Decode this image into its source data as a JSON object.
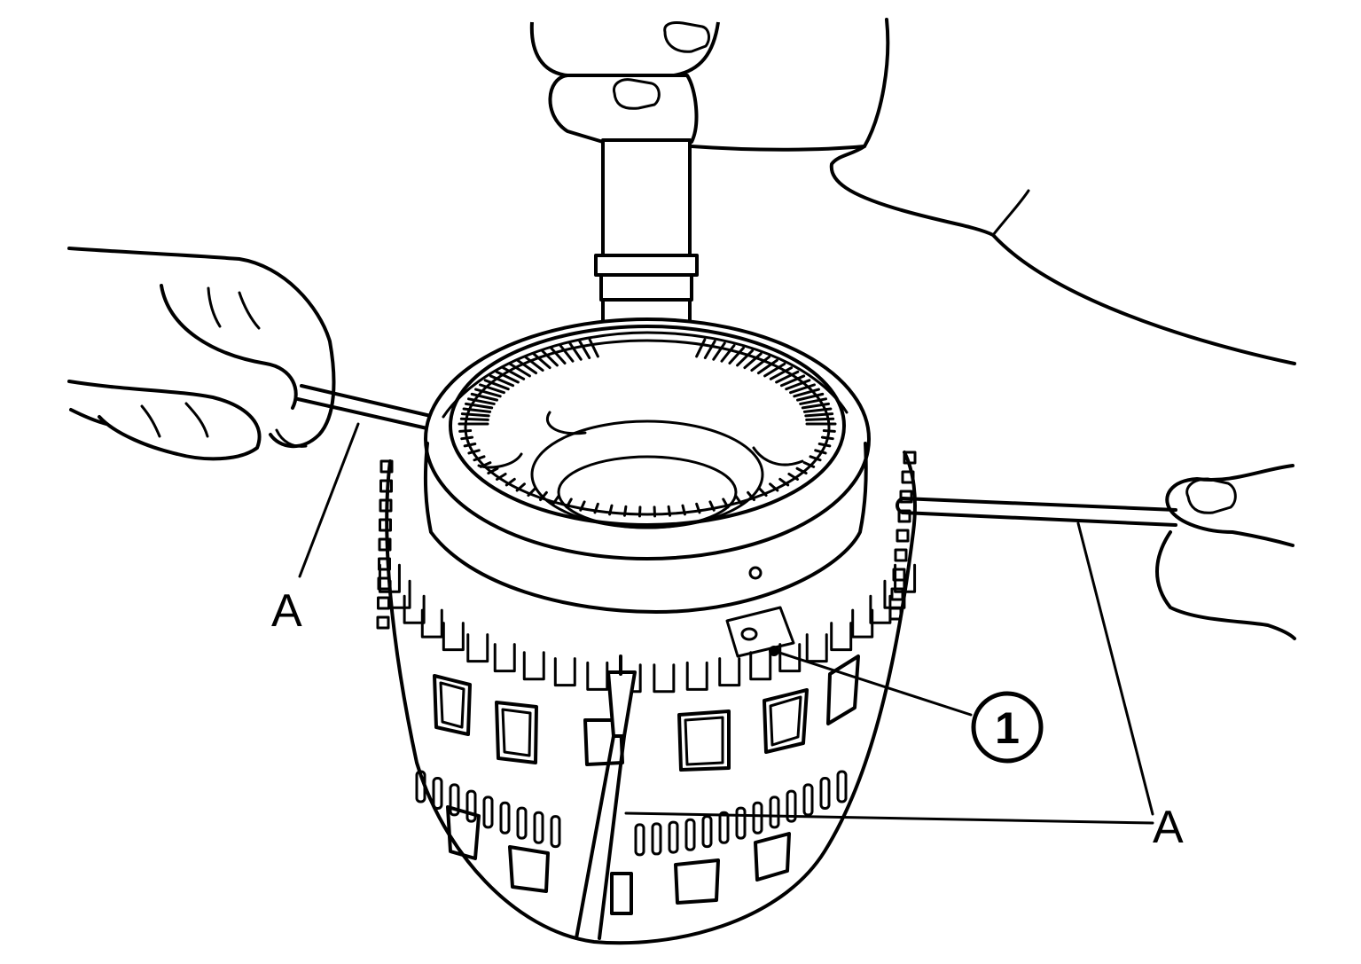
{
  "labels": {
    "tool_left": "A",
    "tool_right": "A",
    "part_marker": "1"
  },
  "colors": {
    "line": "#000000",
    "background": "#ffffff"
  }
}
